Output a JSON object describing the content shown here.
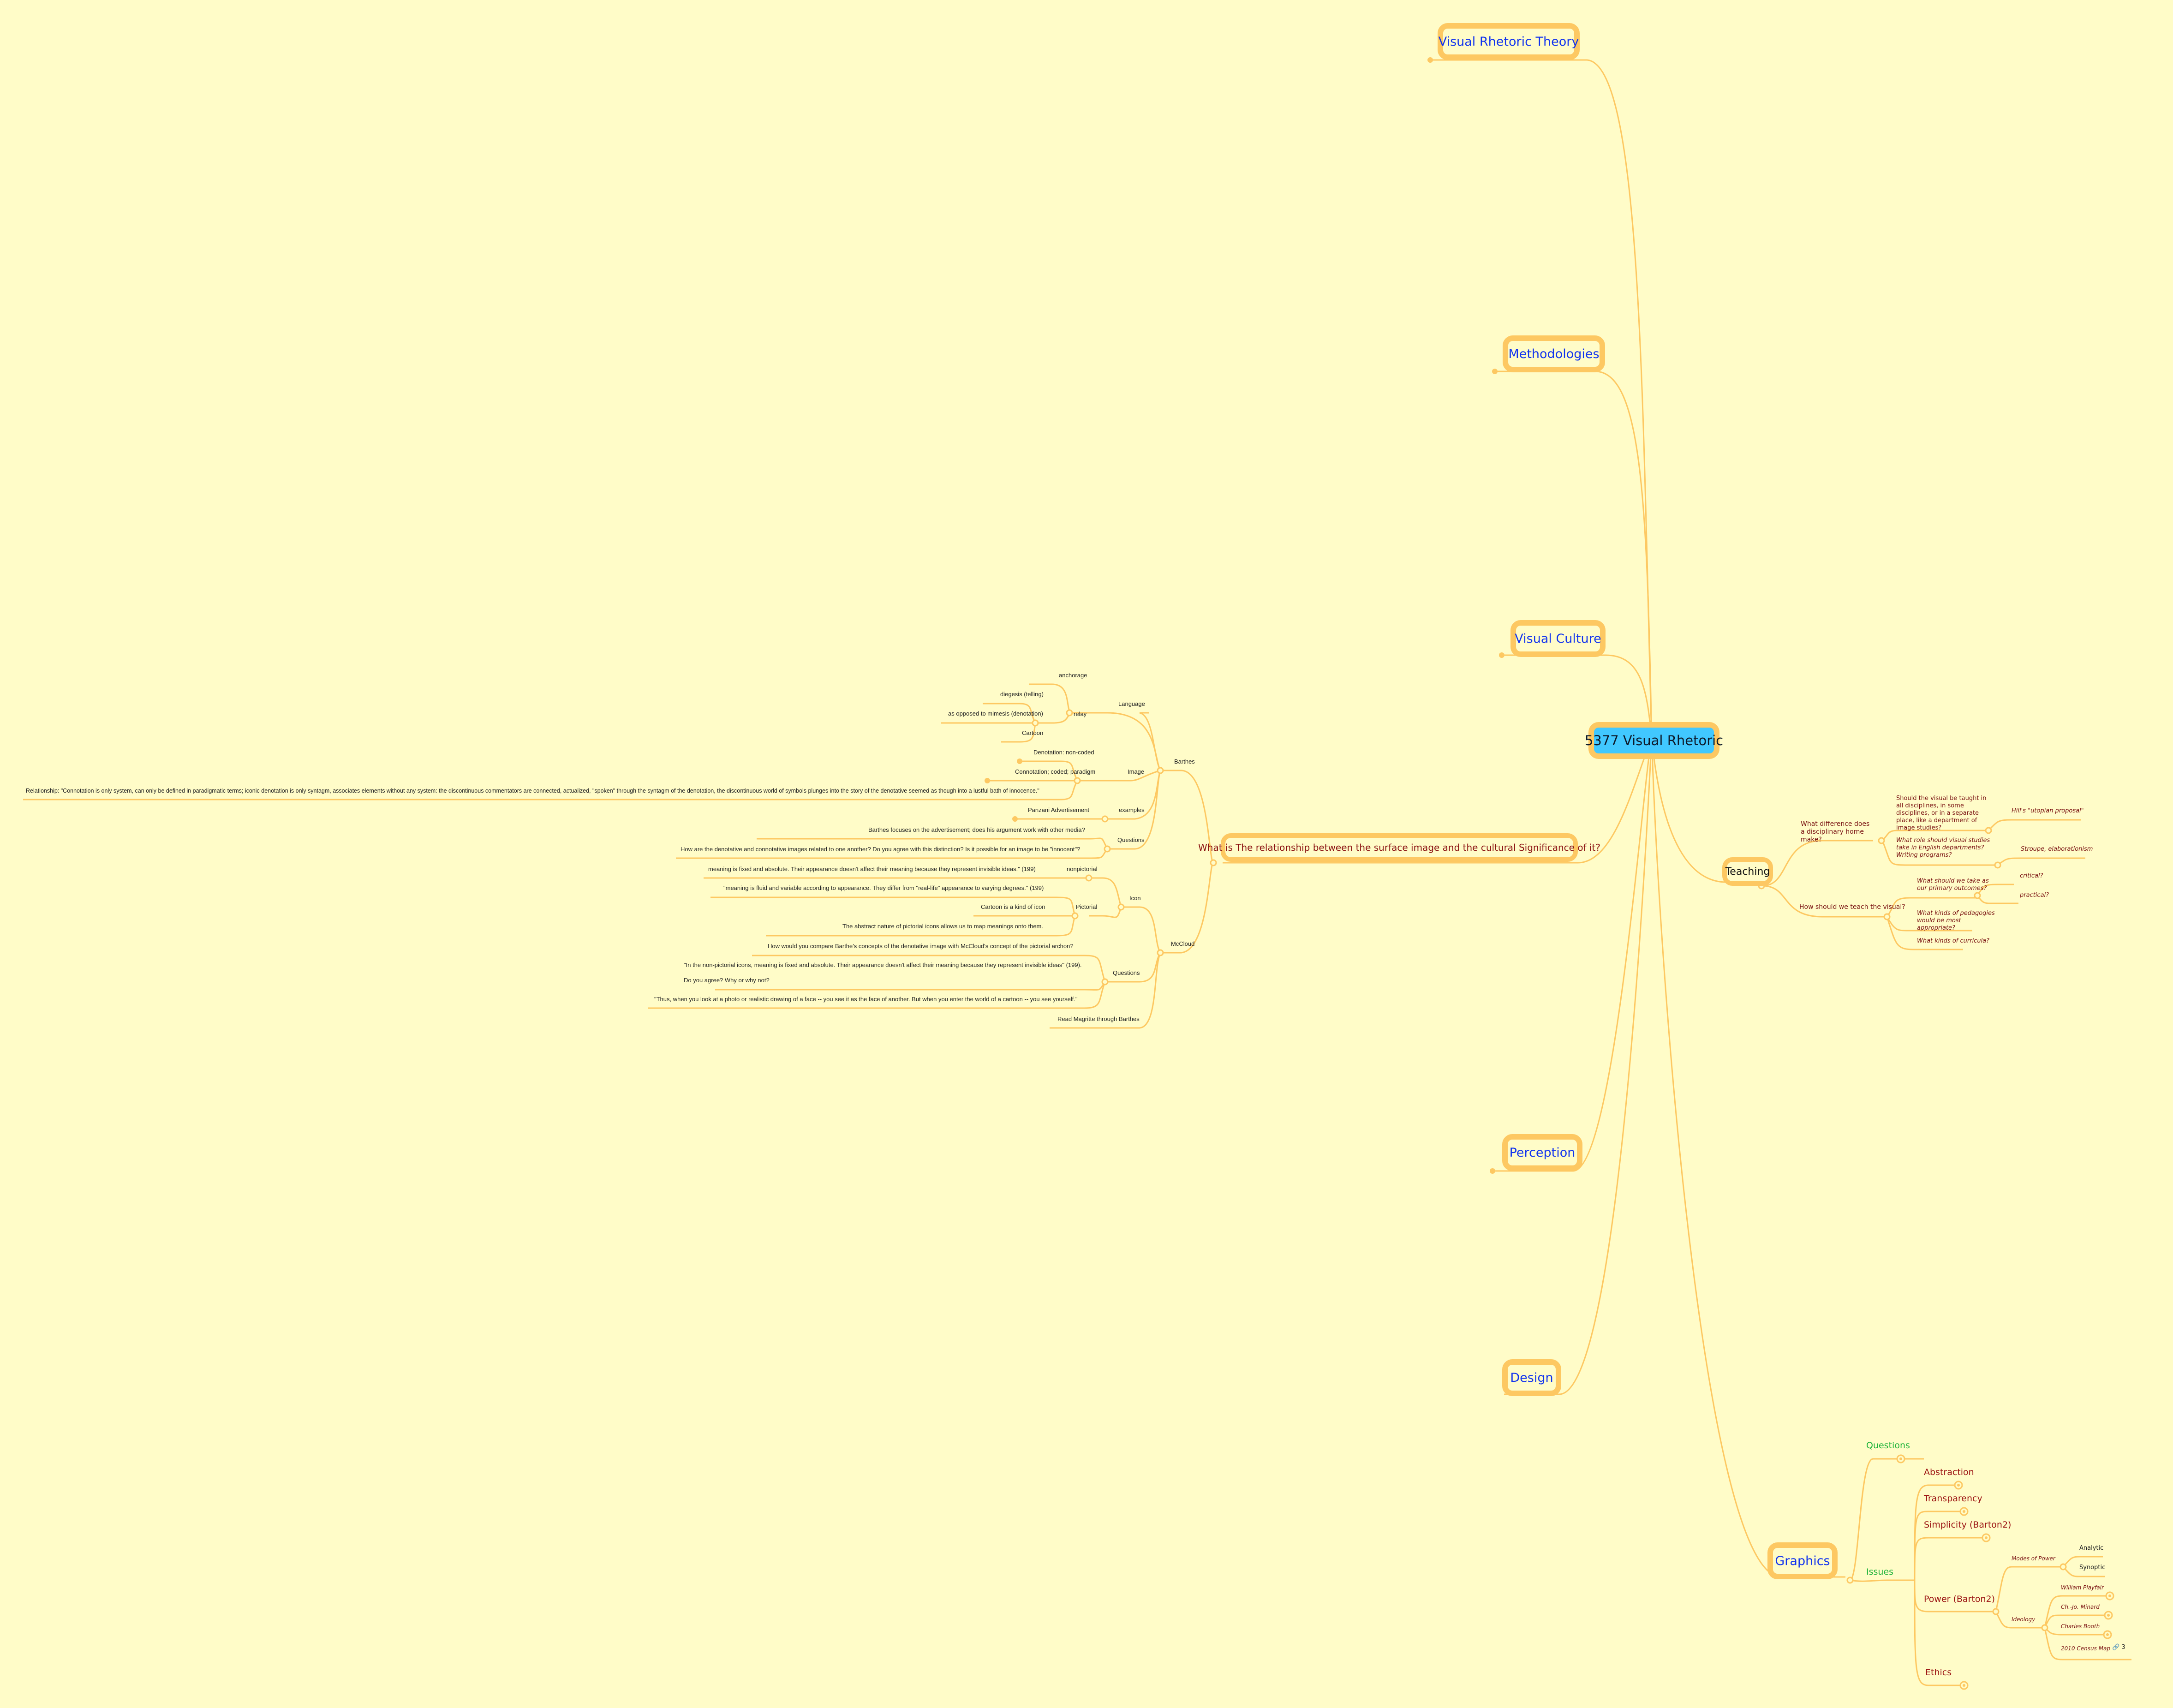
{
  "root": {
    "label": "5377 Visual Rhetoric",
    "color": "#41c8ff"
  },
  "main_topics": [
    {
      "label": "Visual Rhetoric Theory"
    },
    {
      "label": "Methodologies"
    },
    {
      "label": "Visual Culture"
    },
    {
      "label": "Perception"
    },
    {
      "label": "Design"
    },
    {
      "label": "Graphics"
    }
  ],
  "question_topic": {
    "label": "What is The relationship between the surface image and the cultural Significance of it?",
    "barthes": {
      "label": "Barthes",
      "language": {
        "label": "Language",
        "anchorage": "anchorage",
        "relay": {
          "label": "relay",
          "children": [
            "diegesis (telling)",
            "as opposed to mimesis (denotation)",
            "Cartoon"
          ]
        }
      },
      "image": {
        "label": "Image",
        "children": [
          "Denotation: non-coded",
          "Connotation; coded; paradigm",
          "Relationship: \"Connotation is only system, can only be defined in paradigmatic terms; iconic denotation is only syntagm, associates elements without any system: the discontinuous commentators are connected, actualized, \"spoken\" through the syntagm of the denotation, the discontinuous world of symbols plunges into the story of the denotative seemed as though into a lustful bath of innocence.\""
        ]
      },
      "examples": {
        "label": "examples",
        "children": [
          "Panzani Advertisement"
        ]
      },
      "questions": {
        "label": "Questions",
        "children": [
          "Barthes focuses on the advertisement; does his argument work with other media?",
          "How are the denotative and connotative images related to one another? Do you agree with this distinction? Is it possible for an image to be \"innocent\"?"
        ]
      }
    },
    "mccloud": {
      "label": "McCloud",
      "icon": {
        "label": "Icon",
        "nonpictorial": {
          "label": "nonpictorial",
          "children": [
            "meaning is fixed and absolute. Their appearance doesn't affect their meaning because they represent invisible ideas.\" (199)"
          ]
        },
        "pictorial": {
          "label": "Pictorial",
          "children": [
            "\"meaning is fluid and variable according to appearance. They differ from \"real-life\" appearance to varying degrees.\" (199)",
            "Cartoon is a kind of icon",
            "The abstract nature of pictorial icons allows us to map meanings onto them."
          ]
        }
      },
      "questions": {
        "label": "Questions",
        "children": [
          "How would you compare Barthe's concepts of the denotative image  with McCloud's concept of the pictorial archon?",
          "\"In the non-pictorial icons, meaning is fixed and absolute. Their appearance doesn't affect their meaning because they represent invisible ideas\" (199).",
          "Do you agree? Why or why not?",
          "\"Thus, when you look at a photo or realistic drawing of a face -- you see it as the face of another. But when you enter the world of a cartoon -- you see yourself.\""
        ]
      },
      "magritte": "Read Magritte through Barthes"
    }
  },
  "teaching": {
    "label": "Teaching",
    "disciplinary": {
      "label": "What difference does a disciplinary home make?",
      "q1": {
        "label": "Should the visual be taught in all disciplines, in some disciplines, or in a separate place, like a department of image studies?",
        "child": "Hill's \"utopian proposal\""
      },
      "q2": {
        "label": "What role should visual studies take in English departments? Writing programs?",
        "child": "Stroupe, elaborationism"
      }
    },
    "how": {
      "label": "How should we teach the visual?",
      "outcomes": {
        "label": "What should we take as our primary outcomes?",
        "children": [
          "critical?",
          "practical?"
        ]
      },
      "pedagogies": "What kinds of pedagogies would be most appropriate?",
      "curricula": "What kinds of curricula?"
    }
  },
  "graphics": {
    "questions": "Questions",
    "issues": {
      "label": "Issues",
      "abstraction": "Abstraction",
      "transparency": "Transparency",
      "simplicity": "Simplicity (Barton2)",
      "power": {
        "label": "Power (Barton2)",
        "modes": {
          "label": "Modes of Power",
          "children": [
            "Analytic",
            "Synoptic"
          ]
        },
        "ideology": {
          "label": "Ideology",
          "children": [
            "William Playfair",
            "Ch.-Jo. Minard",
            "Charles Booth",
            "2010 Census Map"
          ],
          "link_count": "3",
          "link_icon": "link-icon"
        }
      },
      "ethics": "Ethics"
    }
  },
  "colors": {
    "background": "#fffcc8",
    "connector": "#fdc862",
    "main_text": "#1133ee",
    "dark_red": "#8a1010",
    "green": "#1db33a"
  }
}
